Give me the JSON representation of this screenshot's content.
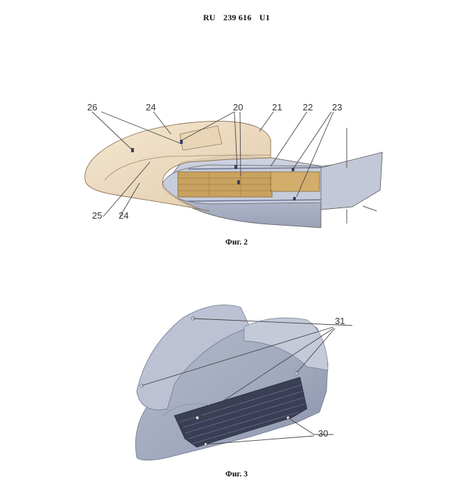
{
  "header": {
    "country": "RU",
    "number": "239 616",
    "kind": "U1"
  },
  "figure2": {
    "caption": "Фиг. 2",
    "callouts": {
      "c26": "26",
      "c24_top": "24",
      "c20": "20",
      "c21": "21",
      "c22": "22",
      "c23": "23",
      "c25": "25",
      "c24_bottom": "24"
    }
  },
  "figure3": {
    "caption": "Фиг. 3",
    "callouts": {
      "c31": "31",
      "c30": "30"
    }
  },
  "colors": {
    "canopy": "#e9d2ad",
    "hull": "#b9c0d2",
    "bed": "#c9a25f",
    "housing": "#9aa3b9"
  }
}
